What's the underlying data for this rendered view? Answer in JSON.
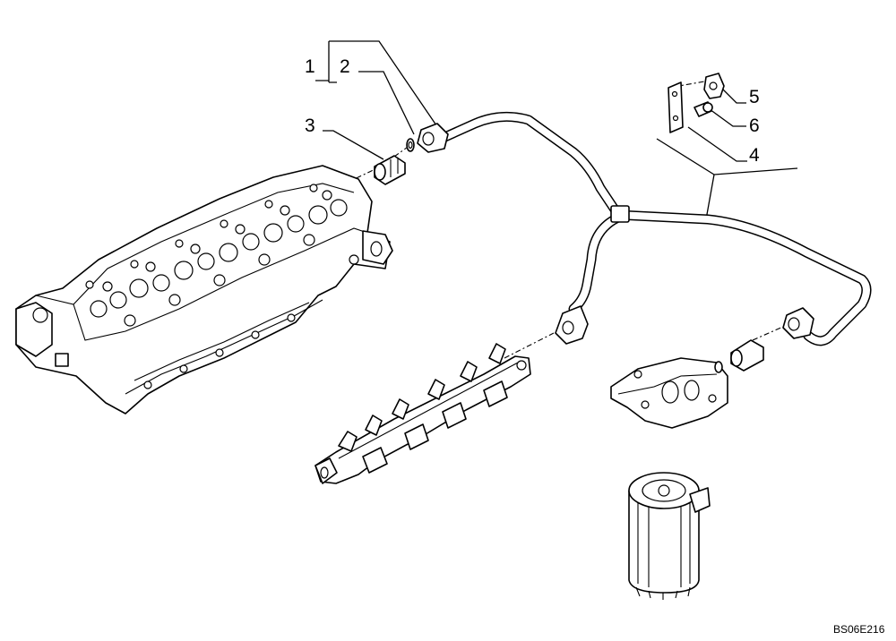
{
  "callouts": {
    "c1": "1",
    "c2": "2",
    "c3": "3",
    "c4": "4",
    "c5": "5",
    "c6": "6"
  },
  "reference_code": "BS06E216",
  "colors": {
    "line": "#000000",
    "background": "#ffffff"
  }
}
